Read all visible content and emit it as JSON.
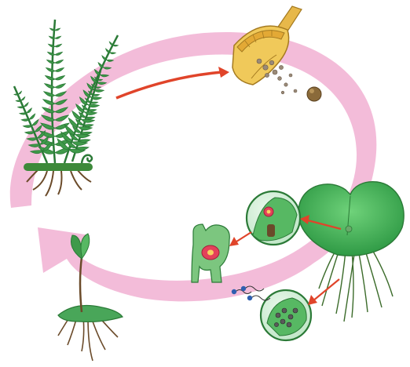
{
  "diagram": {
    "stages": [
      {
        "id": "sporophyte",
        "icon": "fern-sporophyte-icon"
      },
      {
        "id": "sporangium",
        "icon": "sporangium-icon"
      },
      {
        "id": "spore",
        "icon": "spore-icon"
      },
      {
        "id": "prothallus",
        "icon": "prothallus-icon"
      },
      {
        "id": "archegonium",
        "icon": "archegonium-magnified-icon"
      },
      {
        "id": "antheridium",
        "icon": "antheridium-magnified-icon"
      },
      {
        "id": "egg-cell",
        "icon": "egg-cell-icon"
      },
      {
        "id": "sperm",
        "icon": "sperm-icon"
      },
      {
        "id": "young-sporophyte",
        "icon": "young-fern-icon"
      }
    ],
    "colors": {
      "cycle_arrow": "#f2b6d6",
      "pointer_arrow": "#e0442a",
      "leaf": "#3f9a4a",
      "leaf_dark": "#2b7a37",
      "prothallus": "#4cb85a",
      "sporangium": "#e7b84a",
      "root": "#6b4b2a"
    }
  }
}
